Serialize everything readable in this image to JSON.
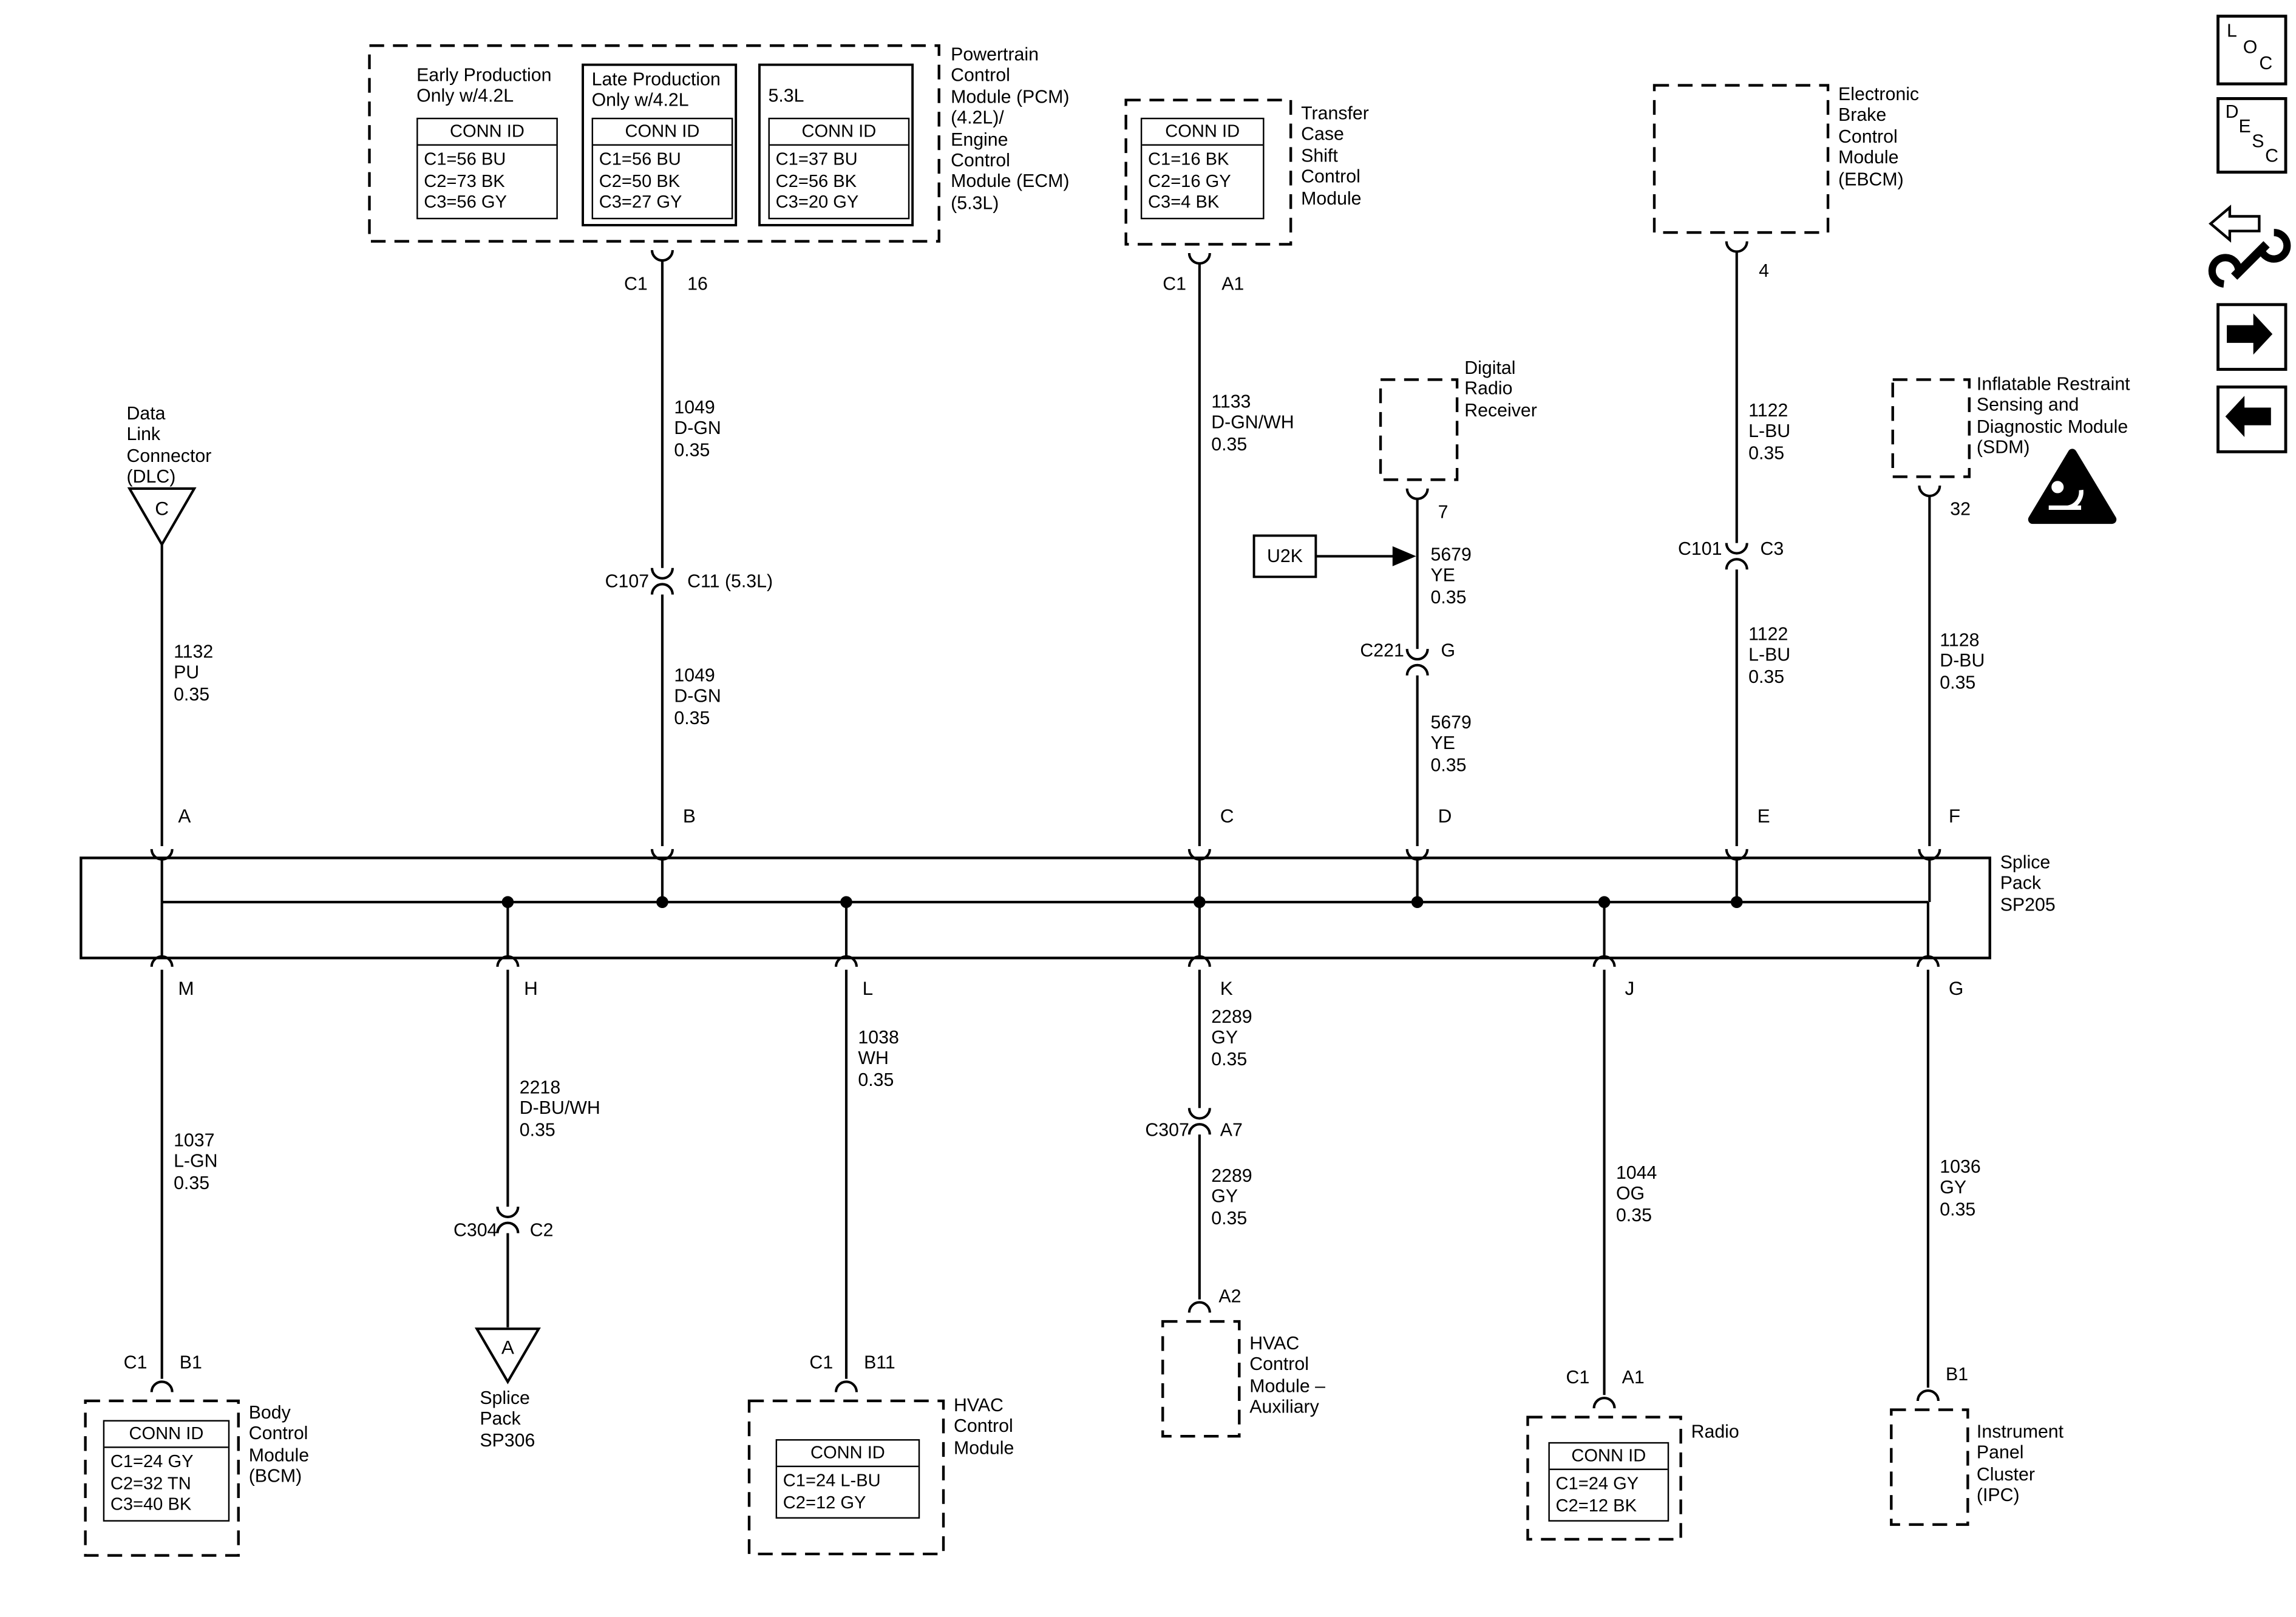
{
  "colors": {
    "line": "#000000",
    "background": "#ffffff"
  },
  "pcm": {
    "groups": [
      {
        "title": "Early Production\nOnly w/4.2L",
        "conn_header": "CONN ID",
        "rows": [
          "C1=56 BU",
          "C2=73 BK",
          "C3=56 GY"
        ]
      },
      {
        "title": "Late Production\nOnly w/4.2L",
        "conn_header": "CONN ID",
        "rows": [
          "C1=56 BU",
          "C2=50 BK",
          "C3=27 GY"
        ]
      },
      {
        "title": "5.3L",
        "conn_header": "CONN ID",
        "rows": [
          "C1=37 BU",
          "C2=56 BK",
          "C3=20 GY"
        ]
      }
    ],
    "label": "Powertrain\nControl\nModule (PCM)\n(4.2L)/\nEngine\nControl\nModule (ECM)\n(5.3L)",
    "conn": "C1",
    "pin": "16"
  },
  "dlc": {
    "label": "Data\nLink\nConnector\n(DLC)",
    "pin": "C"
  },
  "tccm": {
    "conn_header": "CONN ID",
    "rows": [
      "C1=16 BK",
      "C2=16 GY",
      "C3=4 BK"
    ],
    "label": "Transfer\nCase\nShift\nControl\nModule",
    "conn": "C1",
    "pin": "A1"
  },
  "drr": {
    "label": "Digital\nRadio\nReceiver",
    "pin": "7",
    "u2k": "U2K"
  },
  "ebcm": {
    "label": "Electronic\nBrake\nControl\nModule\n(EBCM)",
    "pin": "4"
  },
  "sdm": {
    "label": "Inflatable Restraint\nSensing and\nDiagnostic Module\n(SDM)",
    "pin": "32"
  },
  "splice_pack": {
    "label": "Splice\nPack\nSP205",
    "top_terminals": [
      "A",
      "B",
      "C",
      "D",
      "E",
      "F"
    ],
    "bottom_terminals": [
      "M",
      "H",
      "L",
      "K",
      "J",
      "G"
    ]
  },
  "inline_connectors": {
    "c107": {
      "left": "C107",
      "right": "C11 (5.3L)"
    },
    "c221": {
      "left": "C221",
      "right": "G"
    },
    "c101": {
      "left": "C101",
      "right": "C3"
    },
    "c304": {
      "left": "C304",
      "right": "C2"
    },
    "c307": {
      "left": "C307",
      "right": "A7"
    }
  },
  "wires": {
    "dlc": "1132\nPU\n0.35",
    "pcm_upper": "1049\nD-GN\n0.35",
    "pcm_lower": "1049\nD-GN\n0.35",
    "tccm": "1133\nD-GN/WH\n0.35",
    "drr_upper": "5679\nYE\n0.35",
    "drr_lower": "5679\nYE\n0.35",
    "ebcm_upper": "1122\nL-BU\n0.35",
    "ebcm_lower": "1122\nL-BU\n0.35",
    "sdm": "1128\nD-BU\n0.35",
    "bcm": "1037\nL-GN\n0.35",
    "sp306": "2218\nD-BU/WH\n0.35",
    "hvac": "1038\nWH\n0.35",
    "hvac_aux_upper": "2289\nGY\n0.35",
    "hvac_aux_lower": "2289\nGY\n0.35",
    "radio": "1044\nOG\n0.35",
    "ipc": "1036\nGY\n0.35"
  },
  "bcm": {
    "conn_header": "CONN ID",
    "rows": [
      "C1=24 GY",
      "C2=32 TN",
      "C3=40 BK"
    ],
    "label": "Body\nControl\nModule\n(BCM)",
    "conn": "C1",
    "pin": "B1"
  },
  "sp306": {
    "pin": "A",
    "label": "Splice\nPack\nSP306"
  },
  "hvac": {
    "conn_header": "CONN ID",
    "rows": [
      "C1=24 L-BU",
      "C2=12 GY"
    ],
    "label": "HVAC\nControl\nModule",
    "conn": "C1",
    "pin": "B11"
  },
  "hvac_aux": {
    "label": "HVAC\nControl\nModule –\nAuxiliary",
    "pin": "A2"
  },
  "radio": {
    "conn_header": "CONN ID",
    "rows": [
      "C1=24 GY",
      "C2=12 BK"
    ],
    "label": "Radio",
    "conn": "C1",
    "pin": "A1"
  },
  "ipc": {
    "label": "Instrument\nPanel\nCluster\n(IPC)",
    "pin": "B1"
  },
  "corner": {
    "loc": [
      "L",
      "O",
      "C"
    ],
    "desc": [
      "D",
      "E",
      "S",
      "C"
    ]
  }
}
